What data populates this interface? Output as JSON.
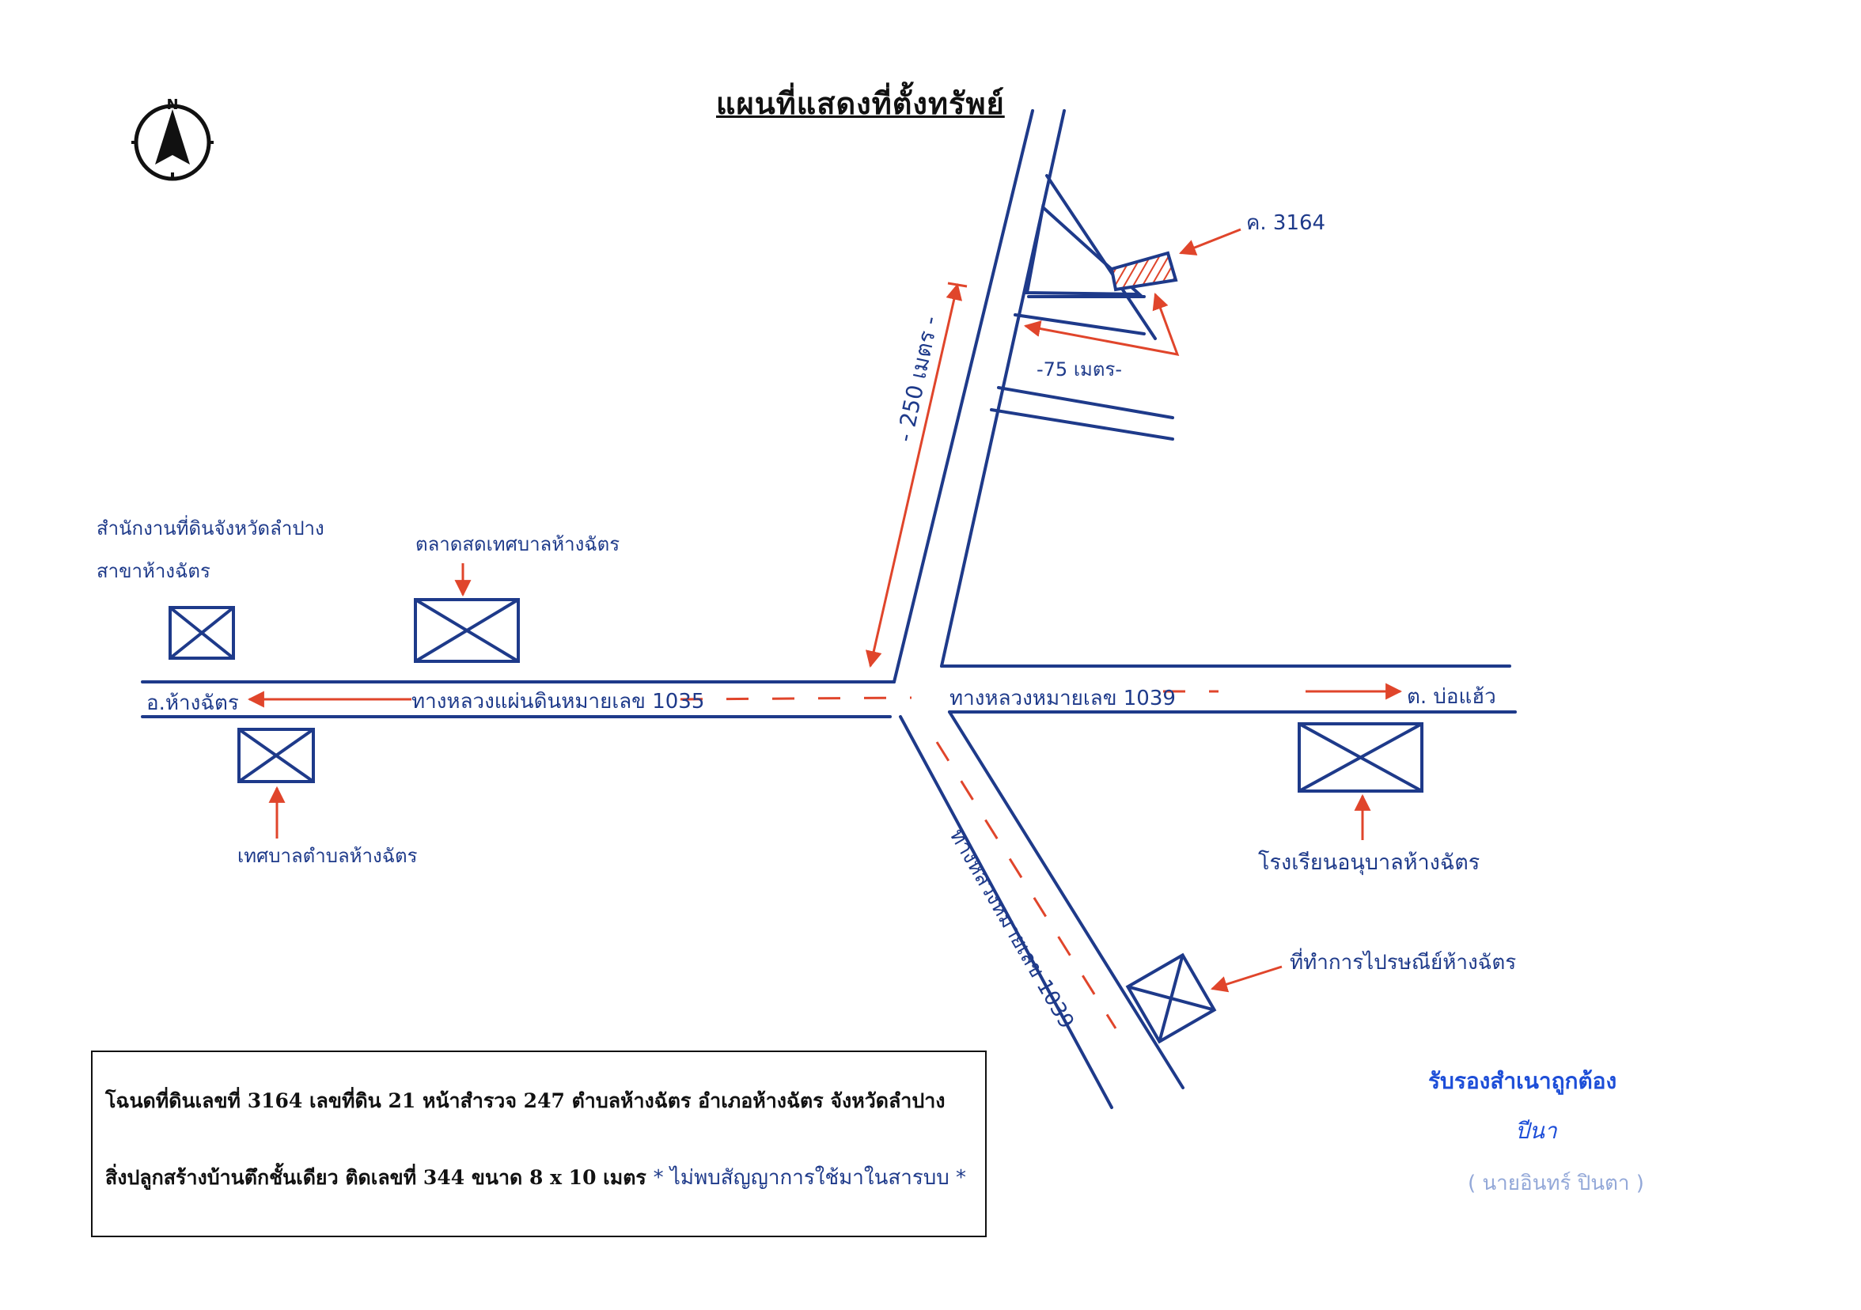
{
  "title": "แผนที่แสดงที่ตั้งทรัพย์",
  "compass": {
    "north_label": "N",
    "icon": "compass-rose-icon"
  },
  "colors": {
    "road": "#1e3a8a",
    "arrow": "#e0452b",
    "ink": "#1e3a8a",
    "text": "#111111",
    "stamp": "#1d4ed8"
  },
  "parcel": {
    "label": "ค. 3164"
  },
  "distances": {
    "main_road": "- 250 เมตร -",
    "side_road": "-75 เมตร-"
  },
  "roads": {
    "west": {
      "destination": "อ.ห้างฉัตร",
      "name": "ทางหลวงแผ่นดินหมายเลข 1035"
    },
    "east": {
      "name": "ทางหลวงหมายเลข 1039",
      "destination": "ต. บ่อแฮ้ว"
    },
    "southeast": {
      "name": "ทางหลวงหมายเลข 1039"
    }
  },
  "landmarks": {
    "station": {
      "line1": "สำนักงานที่ดินจังหวัดลำปาง",
      "line2": "สาขาห้างฉัตร"
    },
    "market": {
      "label": "ตลาดสดเทศบาลห้างฉัตร"
    },
    "municipality": {
      "label": "เทศบาลตำบลห้างฉัตร"
    },
    "school": {
      "label": "โรงเรียนอนุบาลห้างฉัตร"
    },
    "post_office": {
      "label": "ที่ทำการไปรษณีย์ห้างฉัตร"
    }
  },
  "info": {
    "line1": "โฉนดที่ดินเลขที่ 3164 เลขที่ดิน 21 หน้าสำรวจ 247 ตำบลห้างฉัตร อำเภอห้างฉัตร จังหวัดลำปาง",
    "line2": "สิ่งปลูกสร้างบ้านตึกชั้นเดียว ติดเลขที่ 344 ขนาด 8 x 10 เมตร",
    "note": "* ไม่พบสัญญาการใช้มาในสารบบ *"
  },
  "certification": {
    "title": "รับรองสำเนาถูกต้อง",
    "signature": "ปีนา",
    "name": "( นายอินทร์ ปินตา )"
  }
}
